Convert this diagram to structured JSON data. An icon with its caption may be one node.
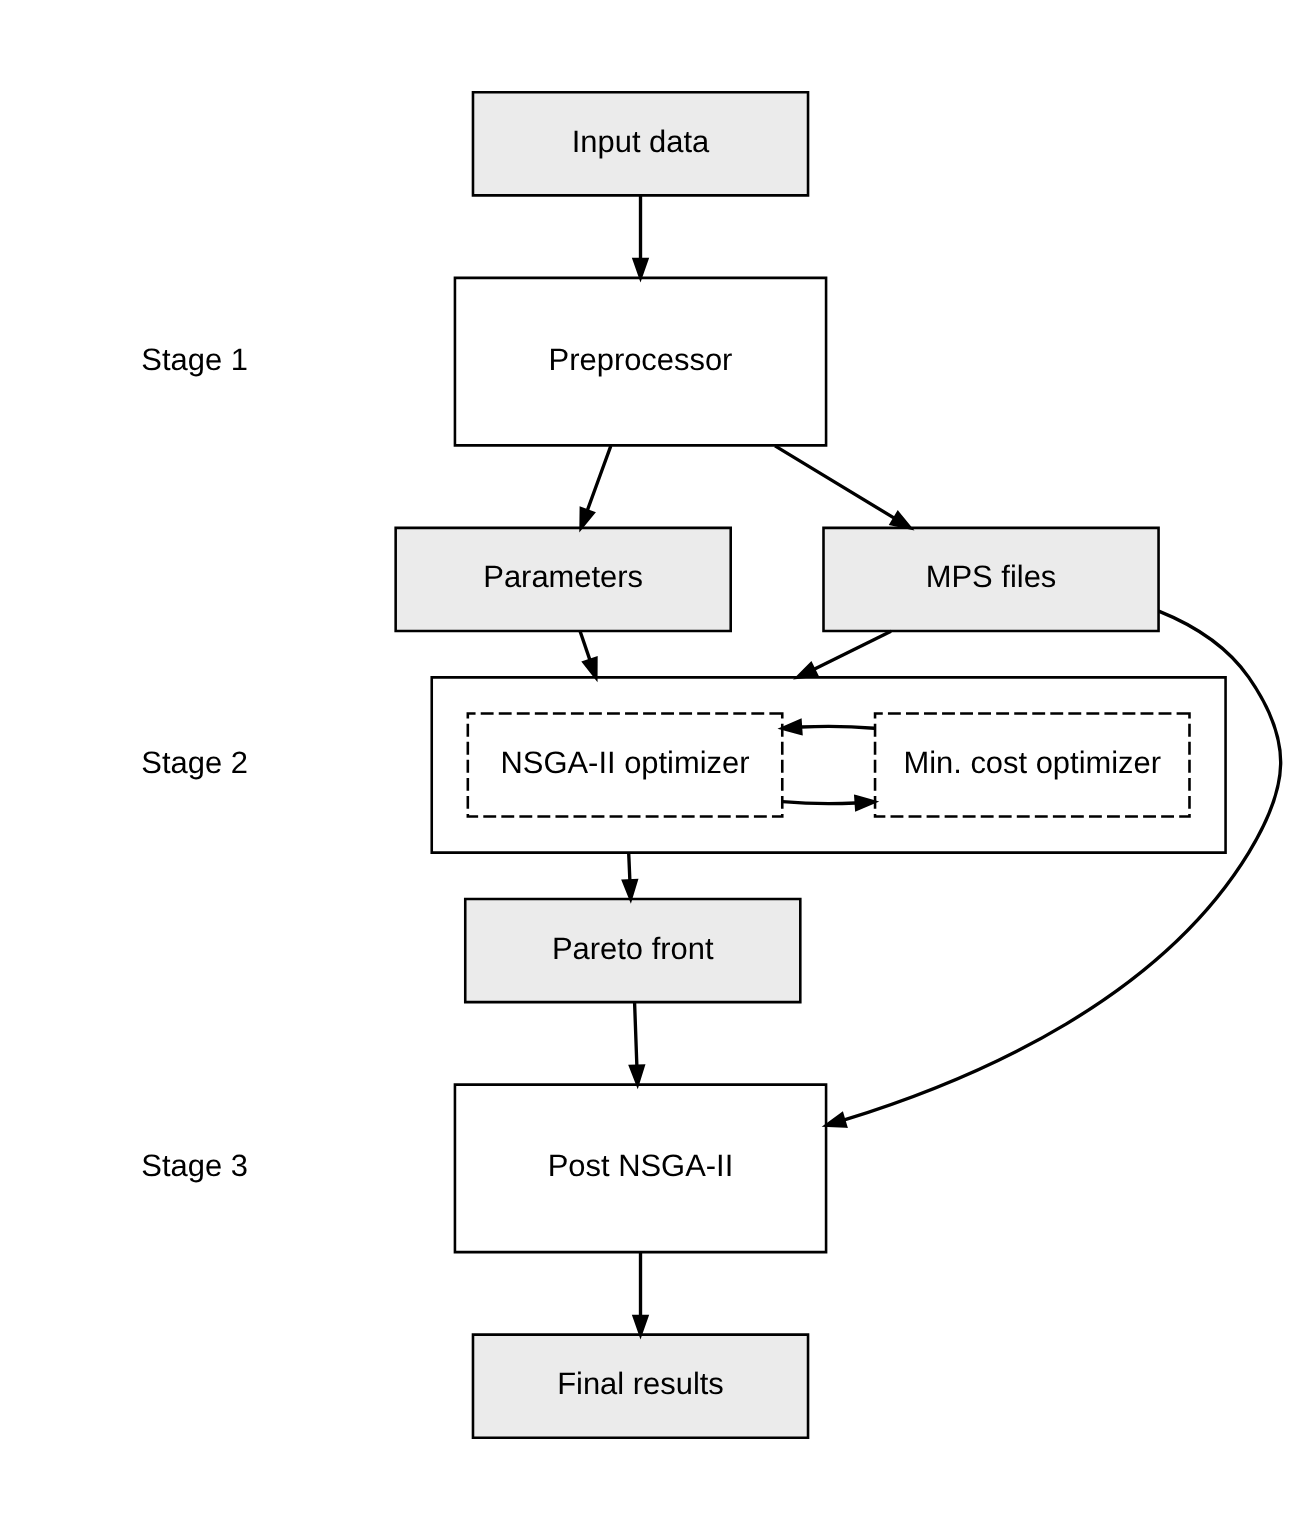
{
  "diagram": {
    "nodes": [
      {
        "text": [
          "Input data"
        ]
      },
      {
        "text": [
          "Preprocessor"
        ]
      },
      {
        "text": [
          "Parameters"
        ]
      },
      {
        "text": [
          "MPS files"
        ]
      },
      {
        "text": [],
        "shape": "box"
      },
      {
        "text": [
          "NSGA-II optimizer"
        ],
        "in": 4
      },
      {
        "text": [
          "Min. cost optimizer"
        ],
        "in": 4
      },
      {
        "text": [
          "Pareto front"
        ]
      },
      {
        "text": [
          "Post NSGA-II"
        ]
      },
      {
        "text": [
          "Final results"
        ]
      }
    ],
    "edges": [
      {
        "from": 0,
        "to": 1,
        "arrow": "to"
      },
      {
        "from": 1,
        "to": 2,
        "arrow": "to"
      },
      {
        "from": 1,
        "to": 3,
        "arrow": "to"
      },
      {
        "from": 2,
        "to": 4,
        "arrow": "to"
      },
      {
        "from": 3,
        "to": 4,
        "arrow": "to"
      },
      {
        "from": 5,
        "to": 6,
        "arrow": "to"
      },
      {
        "from": 6,
        "to": 5,
        "arrow": "to"
      },
      {
        "from": 4,
        "to": 7,
        "arrow": "to"
      },
      {
        "from": 7,
        "to": 8,
        "arrow": "to"
      },
      {
        "from": 3,
        "to": 8,
        "arrow": "to"
      },
      {
        "from": 8,
        "to": 9,
        "arrow": "to"
      }
    ],
    "labels": [
      "Stage 1",
      "Stage 2",
      "Stage 3"
    ]
  }
}
